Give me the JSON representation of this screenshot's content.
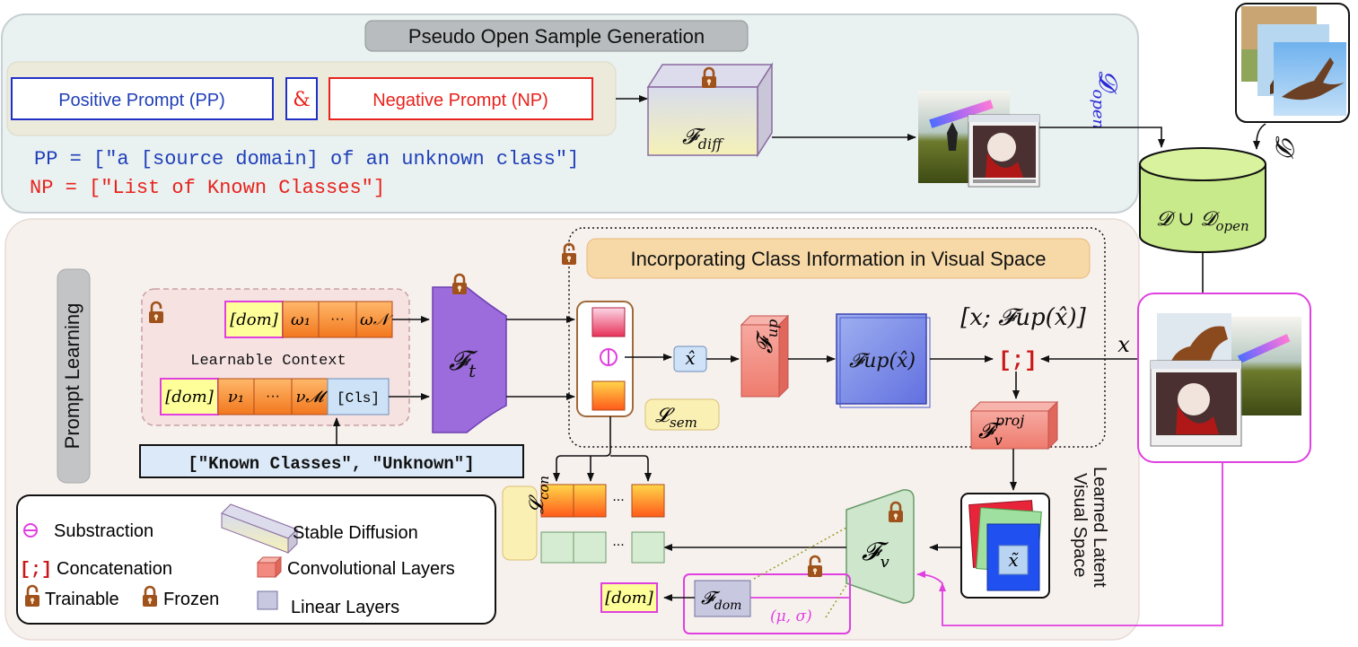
{
  "top_panel": {
    "title": "Pseudo Open Sample Generation",
    "positive_prompt": "Positive Prompt (PP)",
    "ampersand": "&",
    "negative_prompt": "Negative Prompt (NP)",
    "pp_line": "PP = [\"a [source domain] of an unknown class\"]",
    "np_line": "NP = [\"List of Known Classes\"]",
    "f_diff_main": "𝓕",
    "f_diff_sub": "diff",
    "d_open_main": "𝓓",
    "d_open_sub": "open",
    "d_label": "𝓓",
    "union_main": "𝓓 ∪ 𝓓",
    "union_sub": "open"
  },
  "bottom_panel": {
    "prompt_learning": "Prompt Learning",
    "learnable_context": "Learnable Context",
    "ctx_row1": [
      "[dom]",
      "ω₁",
      "···",
      "ω𝒩"
    ],
    "ctx_row2": [
      "[dom]",
      "ν₁",
      "···",
      "ν𝓜",
      "[Cls]"
    ],
    "classes_input": "[\"Known Classes\", \"Unknown\"]",
    "f_t_main": "𝓕",
    "f_t_sub": "t",
    "incorporating_title": "Incorporating Class Information in Visual Space",
    "x_hat": "x̂",
    "f_up_main": "𝓕",
    "f_up_sub": "up",
    "f_up_xhat": "𝓕up(x̂)",
    "concat_label": "[x; 𝓕up(x̂)]",
    "concat_symbol": "[;]",
    "x_label": "x",
    "l_sem_main": "𝓛",
    "l_sem_sub": "sem",
    "f_proj_main": "𝓕",
    "f_proj_sub": "v",
    "f_proj_sup": "proj",
    "learned_latent": [
      "Learned Latent",
      "Visual Space"
    ],
    "x_tilde": "x̃",
    "f_v_main": "𝓕",
    "f_v_sub": "v",
    "f_dom_main": "𝓕",
    "f_dom_sub": "dom",
    "dom_out": "[dom]",
    "mu_sigma": "(μ, σ)",
    "l_con_main": "𝓛",
    "l_con_sub": "con",
    "dots": "..."
  },
  "legend": {
    "subtraction": "Substraction",
    "concat_symbol": "[;]",
    "concatenation": "Concatenation",
    "trainable": "Trainable",
    "frozen": "Frozen",
    "stable_diffusion": "Stable Diffusion",
    "conv_layers": "Convolutional Layers",
    "linear_layers": "Linear Layers"
  },
  "colors": {
    "top_bg": "#e9f1f1",
    "bottom_bg": "#f7f1ee",
    "blue_text": "#1f3fb8",
    "red_text": "#e8221c",
    "magenta": "#e040e0",
    "lock_brown": "#a0521c",
    "conv_red": "#f08080",
    "purple": "#9c6bdc",
    "green": "#d5ecd2",
    "yellow_tag": "#ffffa0",
    "db_green": "#c9ea8a"
  }
}
